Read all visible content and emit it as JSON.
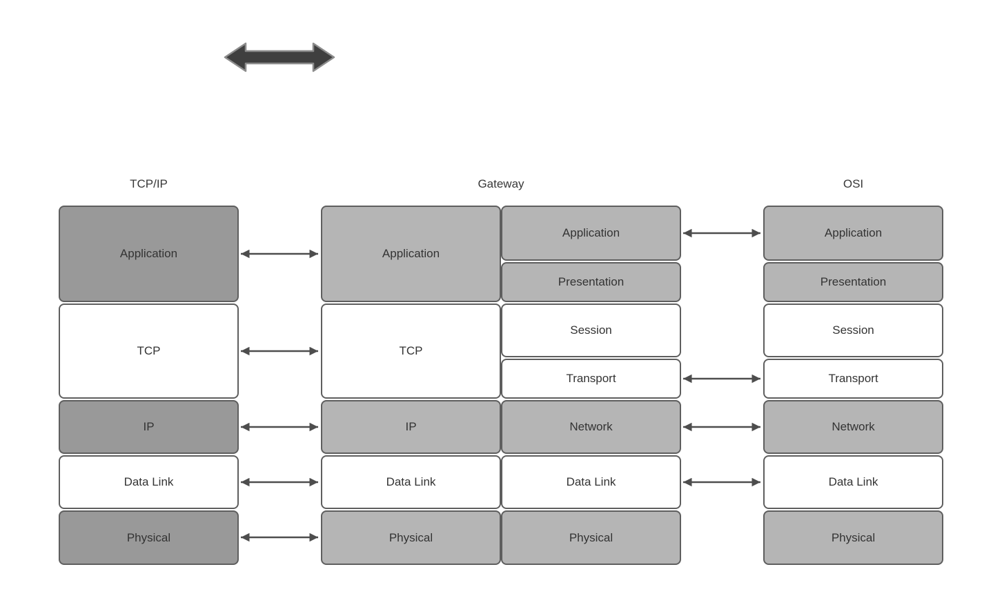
{
  "headers": {
    "tcpip": "TCP/IP",
    "gateway": "Gateway",
    "osi": "OSI"
  },
  "columns": {
    "tcpip": {
      "layers": [
        {
          "label": "Application",
          "shade": "dark"
        },
        {
          "label": "TCP",
          "shade": "white"
        },
        {
          "label": "IP",
          "shade": "dark"
        },
        {
          "label": "Data Link",
          "shade": "white"
        },
        {
          "label": "Physical",
          "shade": "dark"
        }
      ]
    },
    "gateway_left": {
      "layers": [
        {
          "label": "Application",
          "shade": "light"
        },
        {
          "label": "TCP",
          "shade": "white"
        },
        {
          "label": "IP",
          "shade": "light"
        },
        {
          "label": "Data Link",
          "shade": "white"
        },
        {
          "label": "Physical",
          "shade": "light"
        }
      ]
    },
    "gateway_right": {
      "layers": [
        {
          "label": "Application",
          "shade": "light"
        },
        {
          "label": "Presentation",
          "shade": "light"
        },
        {
          "label": "Session",
          "shade": "white"
        },
        {
          "label": "Transport",
          "shade": "white"
        },
        {
          "label": "Network",
          "shade": "light"
        },
        {
          "label": "Data Link",
          "shade": "white"
        },
        {
          "label": "Physical",
          "shade": "light"
        }
      ]
    },
    "osi": {
      "layers": [
        {
          "label": "Application",
          "shade": "light"
        },
        {
          "label": "Presentation",
          "shade": "light"
        },
        {
          "label": "Session",
          "shade": "white"
        },
        {
          "label": "Transport",
          "shade": "white"
        },
        {
          "label": "Network",
          "shade": "light"
        },
        {
          "label": "Data Link",
          "shade": "white"
        },
        {
          "label": "Physical",
          "shade": "light"
        }
      ]
    }
  },
  "connections": {
    "tcpip_to_gateway": [
      "Application",
      "TCP",
      "IP",
      "Data Link",
      "Physical"
    ],
    "gateway_to_osi": [
      "Application",
      "Transport",
      "Network",
      "Data Link"
    ]
  },
  "shapes": {
    "thick_arrow": "bidirectional-arrow"
  },
  "colors": {
    "dark_gray_fill": "#999999",
    "light_gray_fill": "#b5b5b5",
    "white_fill": "#ffffff",
    "box_border": "#5e5e5e",
    "text": "#333333",
    "connector": "#4d4d4d",
    "thick_arrow_fill": "#3f3f3f",
    "thick_arrow_stroke": "#8c8c8c"
  }
}
